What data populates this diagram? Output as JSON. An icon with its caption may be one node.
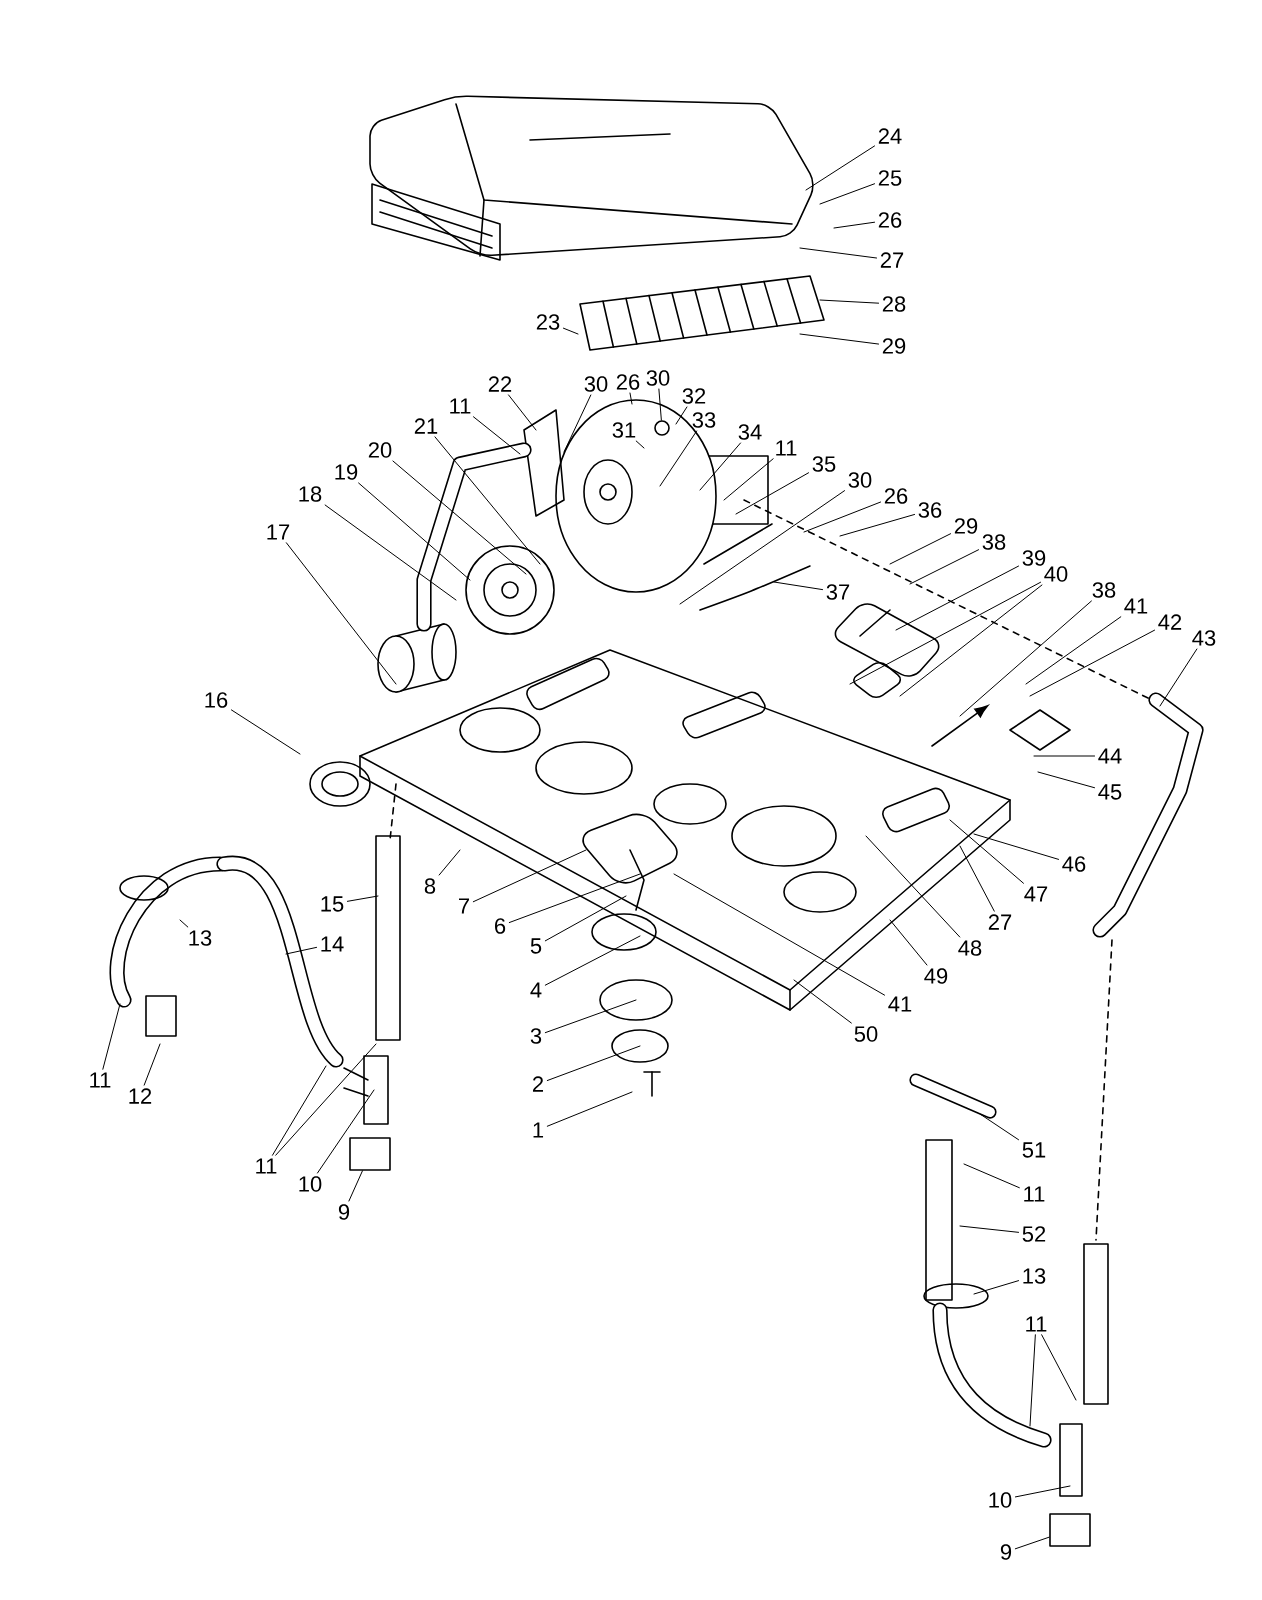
{
  "diagram": {
    "nodes": [
      {
        "text": [
          "24"
        ]
      },
      {
        "text": [
          "25"
        ]
      },
      {
        "text": [
          "26"
        ]
      },
      {
        "text": [
          "27"
        ]
      },
      {
        "text": [
          "28"
        ]
      },
      {
        "text": [
          "23"
        ]
      },
      {
        "text": [
          "29"
        ]
      },
      {
        "text": [
          "22"
        ]
      },
      {
        "text": [
          "30"
        ]
      },
      {
        "text": [
          "26"
        ]
      },
      {
        "text": [
          "30"
        ]
      },
      {
        "text": [
          "32"
        ]
      },
      {
        "text": [
          "11"
        ]
      },
      {
        "text": [
          "31"
        ]
      },
      {
        "text": [
          "33"
        ]
      },
      {
        "text": [
          "34"
        ]
      },
      {
        "text": [
          "21"
        ]
      },
      {
        "text": [
          "11"
        ]
      },
      {
        "text": [
          "20"
        ]
      },
      {
        "text": [
          "35"
        ]
      },
      {
        "text": [
          "19"
        ]
      },
      {
        "text": [
          "30"
        ]
      },
      {
        "text": [
          "18"
        ]
      },
      {
        "text": [
          "26"
        ]
      },
      {
        "text": [
          "36"
        ]
      },
      {
        "text": [
          "29"
        ]
      },
      {
        "text": [
          "17"
        ]
      },
      {
        "text": [
          "38"
        ]
      },
      {
        "text": [
          "39"
        ]
      },
      {
        "text": [
          "40"
        ]
      },
      {
        "text": [
          "38"
        ]
      },
      {
        "text": [
          "37"
        ]
      },
      {
        "text": [
          "41"
        ]
      },
      {
        "text": [
          "42"
        ]
      },
      {
        "text": [
          "43"
        ]
      },
      {
        "text": [
          "16"
        ]
      },
      {
        "text": [
          "44"
        ]
      },
      {
        "text": [
          "45"
        ]
      },
      {
        "text": [
          "8"
        ]
      },
      {
        "text": [
          "46"
        ]
      },
      {
        "text": [
          "7"
        ]
      },
      {
        "text": [
          "47"
        ]
      },
      {
        "text": [
          "6"
        ]
      },
      {
        "text": [
          "13"
        ]
      },
      {
        "text": [
          "14"
        ]
      },
      {
        "text": [
          "15"
        ]
      },
      {
        "text": [
          "27"
        ]
      },
      {
        "text": [
          "5"
        ]
      },
      {
        "text": [
          "48"
        ]
      },
      {
        "text": [
          "49"
        ]
      },
      {
        "text": [
          "4"
        ]
      },
      {
        "text": [
          "41"
        ]
      },
      {
        "text": [
          "3"
        ]
      },
      {
        "text": [
          "50"
        ]
      },
      {
        "text": [
          "11"
        ]
      },
      {
        "text": [
          "2"
        ]
      },
      {
        "text": [
          "12"
        ]
      },
      {
        "text": [
          "1"
        ]
      },
      {
        "text": [
          "51"
        ]
      },
      {
        "text": [
          "11"
        ]
      },
      {
        "text": [
          "10"
        ]
      },
      {
        "text": [
          "11"
        ]
      },
      {
        "text": [
          "9"
        ]
      },
      {
        "text": [
          "52"
        ]
      },
      {
        "text": [
          "13"
        ]
      },
      {
        "text": [
          "11"
        ]
      },
      {
        "text": [
          "10"
        ]
      },
      {
        "text": [
          "9"
        ]
      },
      {
        "text": [],
        "shape": "circle"
      },
      {
        "text": [],
        "shape": "box"
      },
      {
        "text": [],
        "shape": "box"
      }
    ],
    "edges": [
      {
        "from": 0,
        "to": null,
        "arrow": "none"
      },
      {
        "from": 1,
        "to": null,
        "arrow": "none"
      },
      {
        "from": 2,
        "to": null,
        "arrow": "none"
      },
      {
        "from": 3,
        "to": null,
        "arrow": "none"
      },
      {
        "from": 4,
        "to": null,
        "arrow": "none"
      },
      {
        "from": 5,
        "to": null,
        "arrow": "none"
      },
      {
        "from": 6,
        "to": null,
        "arrow": "none"
      },
      {
        "from": 7,
        "to": null,
        "arrow": "none"
      },
      {
        "from": 8,
        "to": null,
        "arrow": "none"
      },
      {
        "from": 9,
        "to": null,
        "arrow": "none"
      },
      {
        "from": 10,
        "to": 68,
        "arrow": "none"
      },
      {
        "from": 11,
        "to": null,
        "arrow": "none"
      },
      {
        "from": 12,
        "to": null,
        "arrow": "none"
      },
      {
        "from": 13,
        "to": null,
        "arrow": "none"
      },
      {
        "from": 14,
        "to": null,
        "arrow": "none"
      },
      {
        "from": 15,
        "to": null,
        "arrow": "none"
      },
      {
        "from": 16,
        "to": null,
        "arrow": "none"
      },
      {
        "from": 17,
        "to": null,
        "arrow": "none"
      },
      {
        "from": 18,
        "to": null,
        "arrow": "none"
      },
      {
        "from": 19,
        "to": null,
        "arrow": "none"
      },
      {
        "from": 20,
        "to": null,
        "arrow": "none"
      },
      {
        "from": 21,
        "to": null,
        "arrow": "none"
      },
      {
        "from": 22,
        "to": null,
        "arrow": "none"
      },
      {
        "from": 23,
        "to": null,
        "arrow": "none"
      },
      {
        "from": 24,
        "to": null,
        "arrow": "none"
      },
      {
        "from": 25,
        "to": null,
        "arrow": "none"
      },
      {
        "from": 26,
        "to": null,
        "arrow": "none"
      },
      {
        "from": 27,
        "to": null,
        "arrow": "none"
      },
      {
        "from": 28,
        "to": null,
        "arrow": "none"
      },
      {
        "from": 29,
        "to": null,
        "arrow": "none"
      },
      {
        "from": 29,
        "to": null,
        "arrow": "none"
      },
      {
        "from": 30,
        "to": null,
        "arrow": "none"
      },
      {
        "from": 31,
        "to": null,
        "arrow": "none"
      },
      {
        "from": 32,
        "to": null,
        "arrow": "none"
      },
      {
        "from": 33,
        "to": null,
        "arrow": "none"
      },
      {
        "from": 34,
        "to": null,
        "arrow": "none"
      },
      {
        "from": 35,
        "to": null,
        "arrow": "none"
      },
      {
        "from": 36,
        "to": null,
        "arrow": "none"
      },
      {
        "from": 37,
        "to": null,
        "arrow": "none"
      },
      {
        "from": 38,
        "to": null,
        "arrow": "none"
      },
      {
        "from": 39,
        "to": null,
        "arrow": "none"
      },
      {
        "from": 40,
        "to": null,
        "arrow": "none"
      },
      {
        "from": 41,
        "to": null,
        "arrow": "none"
      },
      {
        "from": 42,
        "to": null,
        "arrow": "none"
      },
      {
        "from": 43,
        "to": null,
        "arrow": "none"
      },
      {
        "from": 44,
        "to": null,
        "arrow": "none"
      },
      {
        "from": 45,
        "to": null,
        "arrow": "none"
      },
      {
        "from": 46,
        "to": null,
        "arrow": "none"
      },
      {
        "from": 47,
        "to": null,
        "arrow": "none"
      },
      {
        "from": 48,
        "to": null,
        "arrow": "none"
      },
      {
        "from": 49,
        "to": null,
        "arrow": "none"
      },
      {
        "from": 50,
        "to": null,
        "arrow": "none"
      },
      {
        "from": 51,
        "to": null,
        "arrow": "none"
      },
      {
        "from": 52,
        "to": null,
        "arrow": "none"
      },
      {
        "from": 53,
        "to": null,
        "arrow": "none"
      },
      {
        "from": 54,
        "to": null,
        "arrow": "none"
      },
      {
        "from": 55,
        "to": null,
        "arrow": "none"
      },
      {
        "from": 56,
        "to": null,
        "arrow": "none"
      },
      {
        "from": 57,
        "to": null,
        "arrow": "none"
      },
      {
        "from": 58,
        "to": null,
        "arrow": "none"
      },
      {
        "from": 59,
        "to": null,
        "arrow": "none"
      },
      {
        "from": 59,
        "to": null,
        "arrow": "none"
      },
      {
        "from": 60,
        "to": null,
        "arrow": "none"
      },
      {
        "from": 61,
        "to": null,
        "arrow": "none"
      },
      {
        "from": 62,
        "to": 69,
        "arrow": "none"
      },
      {
        "from": 63,
        "to": null,
        "arrow": "none"
      },
      {
        "from": 64,
        "to": null,
        "arrow": "none"
      },
      {
        "from": 65,
        "to": null,
        "arrow": "none"
      },
      {
        "from": 65,
        "to": null,
        "arrow": "none"
      },
      {
        "from": 66,
        "to": null,
        "arrow": "none"
      },
      {
        "from": 67,
        "to": 70,
        "arrow": "none"
      }
    ]
  }
}
